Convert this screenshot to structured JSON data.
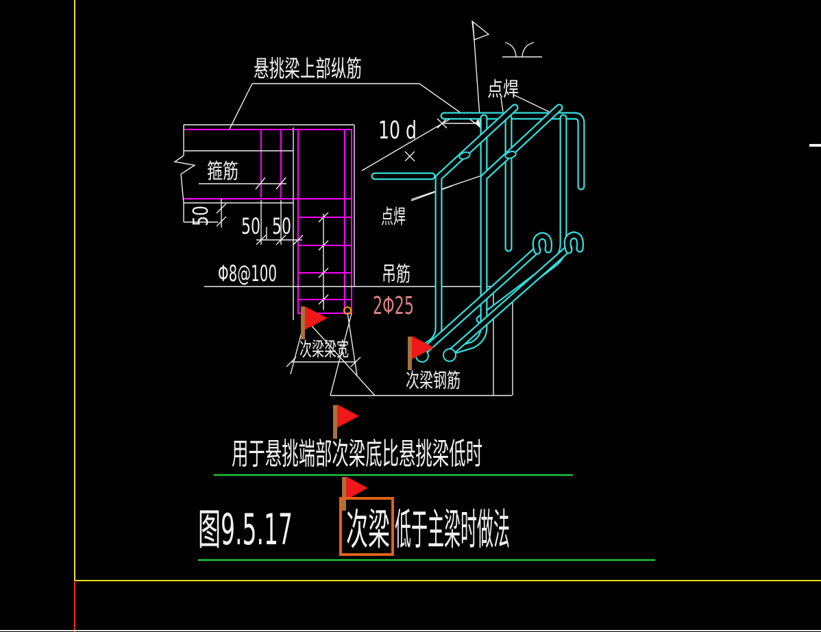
{
  "app": {
    "canvas": "cad-drawing-viewport"
  },
  "colors": {
    "background": "#000000",
    "beam_lines_magenta": "#ff00ff",
    "rebar_cyan": "#35dede",
    "annotation_white": "#f0f0f0",
    "underline_green": "#1ecb3c",
    "border_yellow": "#ece41f",
    "border_red": "#ff2a2a",
    "selection_orange": "#e2621b",
    "flag_red": "#f01818",
    "flag_pole_brown": "#a9713b",
    "rebar_spec_pink": "#d98080",
    "marker_orange": "#ffa500"
  },
  "labels": {
    "cantilever_top_bars": "悬挑梁上部纵筋",
    "stirrup": "箍筋",
    "spot_weld_upper": "点焊",
    "spot_weld_lower": "点焊",
    "hanging_rebar": "吊筋",
    "hanging_rebar_spec": "2Φ25",
    "stirrup_spec": "Φ8@100",
    "secondary_beam_width": "次梁梁宽",
    "secondary_beam_rebar": "次梁钢筋"
  },
  "dimensions": {
    "ten_d": "10 d",
    "fifty_vertical": "50",
    "fifty_first": "50",
    "fifty_second": "50"
  },
  "note": "用于悬挑端部次梁底比悬挑梁低时",
  "figure": {
    "number": "图9.5.17",
    "selected_text": "次梁",
    "title_rest": "低于主梁时做法"
  }
}
